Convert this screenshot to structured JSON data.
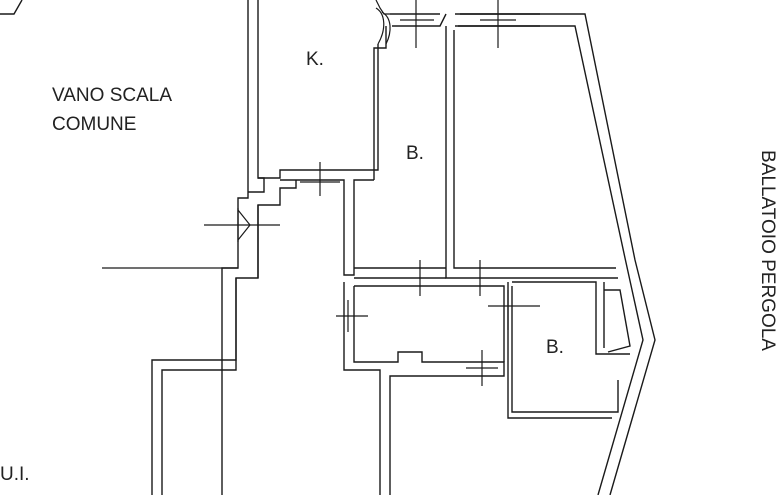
{
  "plan": {
    "stair_label_line1": "VANO SCALA",
    "stair_label_line2": "COMUNE",
    "kitchen_label": "K.",
    "bathroom_label_1": "B.",
    "bathroom_label_2": "B.",
    "unit_label": "U.I.",
    "side_label": "BALLATOIO PERGOLA"
  }
}
